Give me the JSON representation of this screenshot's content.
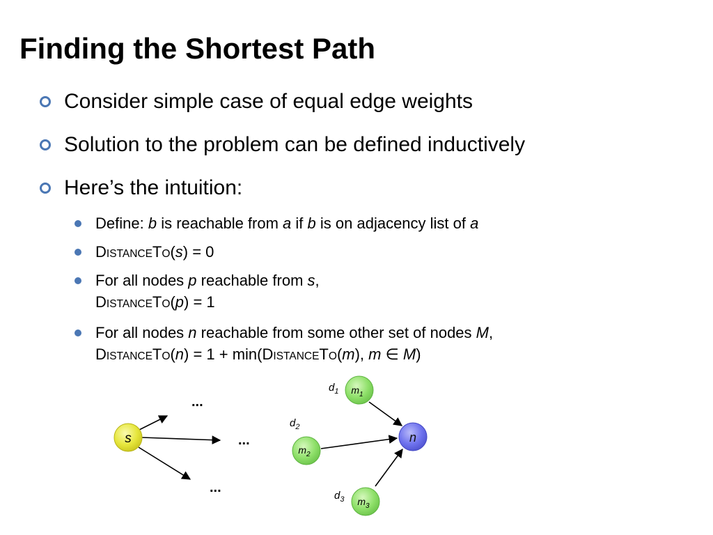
{
  "title": "Finding the Shortest Path",
  "bullets": [
    "Consider simple case of equal edge weights",
    "Solution to the problem can be defined inductively",
    "Here’s the intuition:"
  ],
  "sub_bullets": {
    "define": {
      "t1": "Define: ",
      "b1": "b",
      "t2": " is reachable from ",
      "a1": "a",
      "t3": " if ",
      "b2": "b",
      "t4": " is on adjacency list of ",
      "a2": "a"
    },
    "dist_s": {
      "fn_d": "D",
      "fn_istance": "ISTANCE",
      "fn_t": "T",
      "fn_o": "O",
      "open": "(",
      "s": "s",
      "rest": ") = 0"
    },
    "dist_p": {
      "line1_a": "For all nodes ",
      "p": "p",
      "line1_b": " reachable from ",
      "s": "s",
      "line1_c": ",",
      "fn_d": "D",
      "fn_istance": "ISTANCE",
      "fn_t": "T",
      "fn_o": "O",
      "open": "(",
      "p2": "p",
      "rest": ") = 1"
    },
    "dist_n": {
      "line1_a": "For all nodes ",
      "n": "n",
      "line1_b": " reachable from some other set of nodes ",
      "M": "M",
      "line1_c": ",",
      "fn_d": "D",
      "fn_istance": "ISTANCE",
      "fn_t": "T",
      "fn_o": "O",
      "open": "(",
      "n2": "n",
      "mid": ") = 1 + min(",
      "fn2_d": "D",
      "fn2_istance": "ISTANCE",
      "fn2_t": "T",
      "fn2_o": "O",
      "open2": "(",
      "m": "m",
      "mid2": "), ",
      "m2": "m",
      "in": " ∈ ",
      "M2": "M",
      "close": ")"
    }
  },
  "diagram": {
    "source_node": "s",
    "ellipses": [
      "...",
      "...",
      "..."
    ],
    "target_node": "n",
    "m_nodes": [
      {
        "base": "m",
        "sub": "1",
        "dist_base": "d",
        "dist_sub": "1"
      },
      {
        "base": "m",
        "sub": "2",
        "dist_base": "d",
        "dist_sub": "2"
      },
      {
        "base": "m",
        "sub": "3",
        "dist_base": "d",
        "dist_sub": "3"
      }
    ]
  },
  "colors": {
    "bullet": "#4b77b4",
    "yellow_node": "#e8e84a",
    "green_node": "#8fe06a",
    "blue_node": "#6f73ee"
  }
}
